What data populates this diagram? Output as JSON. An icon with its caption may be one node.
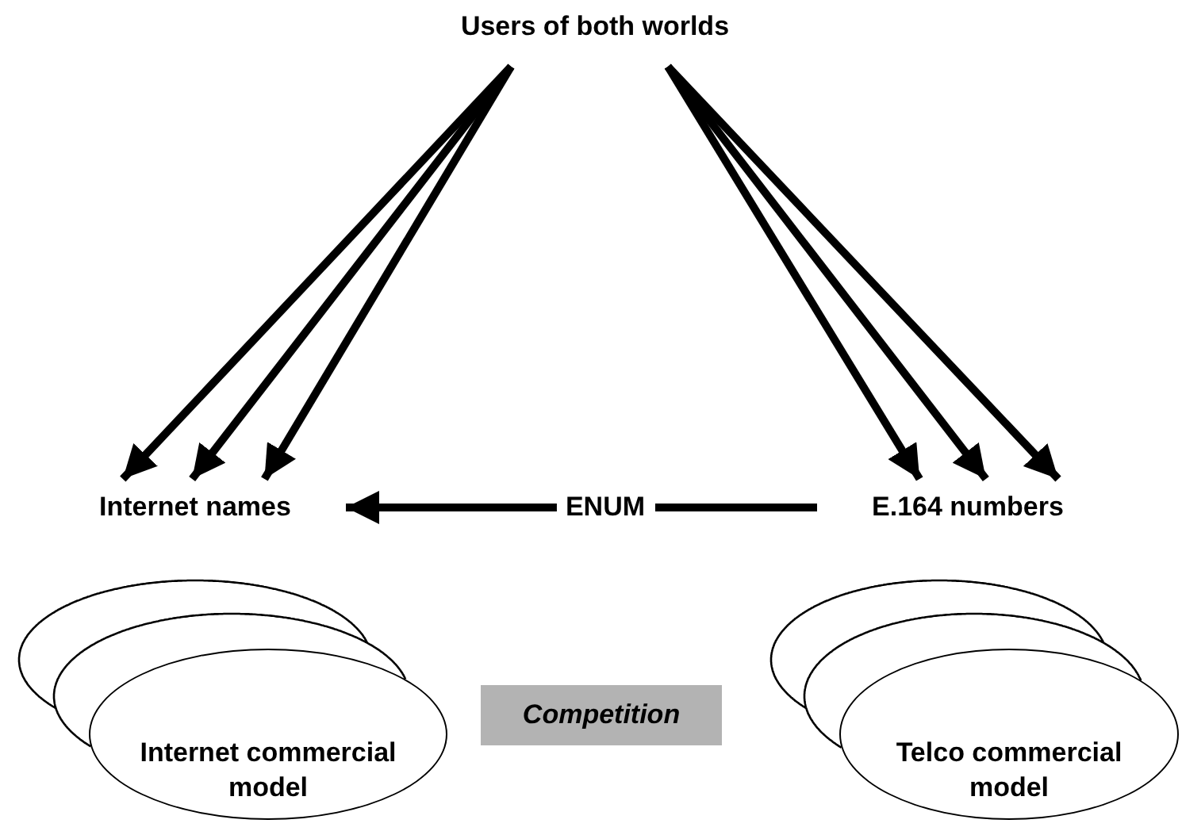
{
  "diagram": {
    "nodes": [
      {
        "text": [
          "Users of both worlds"
        ]
      },
      {
        "text": [
          "Internet names"
        ]
      },
      {
        "text": [
          "E.164 numbers"
        ]
      },
      {
        "text": [
          "Internet commercial model"
        ]
      },
      {
        "text": [
          "Competition"
        ]
      },
      {
        "text": [
          "Telco commercial model"
        ]
      }
    ],
    "edges": [
      {
        "from": 0,
        "to": 1,
        "arrow": "to"
      },
      {
        "from": 0,
        "to": 1,
        "arrow": "to"
      },
      {
        "from": 0,
        "to": 1,
        "arrow": "to"
      },
      {
        "from": 0,
        "to": 2,
        "arrow": "to"
      },
      {
        "from": 0,
        "to": 2,
        "arrow": "to"
      },
      {
        "from": 0,
        "to": 2,
        "arrow": "to"
      },
      {
        "from": 2,
        "to": 1,
        "label": "ENUM",
        "arrow": "to"
      }
    ]
  }
}
